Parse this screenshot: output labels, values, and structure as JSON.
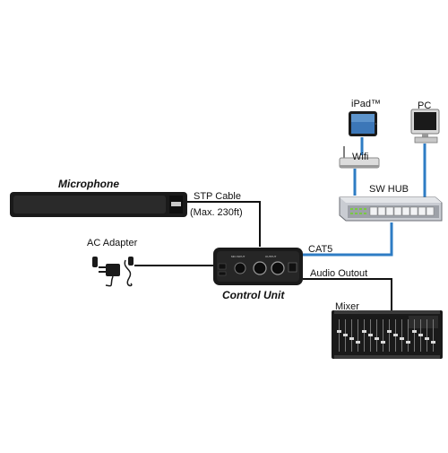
{
  "devices": {
    "microphone": {
      "label": "Microphone"
    },
    "control_unit": {
      "label": "Control Unit"
    },
    "ac_adapter": {
      "label": "AC Adapter"
    },
    "ipad": {
      "label": "iPad™"
    },
    "pc": {
      "label": "PC"
    },
    "wifi": {
      "label": "Wifi"
    },
    "sw_hub": {
      "label": "SW HUB"
    },
    "mixer": {
      "label": "Mixer"
    }
  },
  "cables": {
    "stp_cable": {
      "label": "STP Cable",
      "note": "(Max. 230ft)"
    },
    "cat5": {
      "label": "CAT5"
    },
    "audio_output": {
      "label": "Audio Outout"
    }
  },
  "colors": {
    "network_link": "#2e7cc4",
    "cable": "#111111",
    "device_dark": "#1a1a1a",
    "hub_body": "#c9ccd2",
    "hub_ports": "#f2f3f5"
  }
}
